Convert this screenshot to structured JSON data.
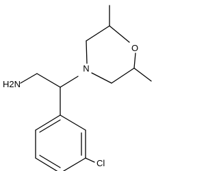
{
  "molecule": {
    "atoms": {
      "amine": "H2N",
      "nitrogen": "N",
      "oxygen": "O",
      "chlorine": "Cl"
    }
  }
}
